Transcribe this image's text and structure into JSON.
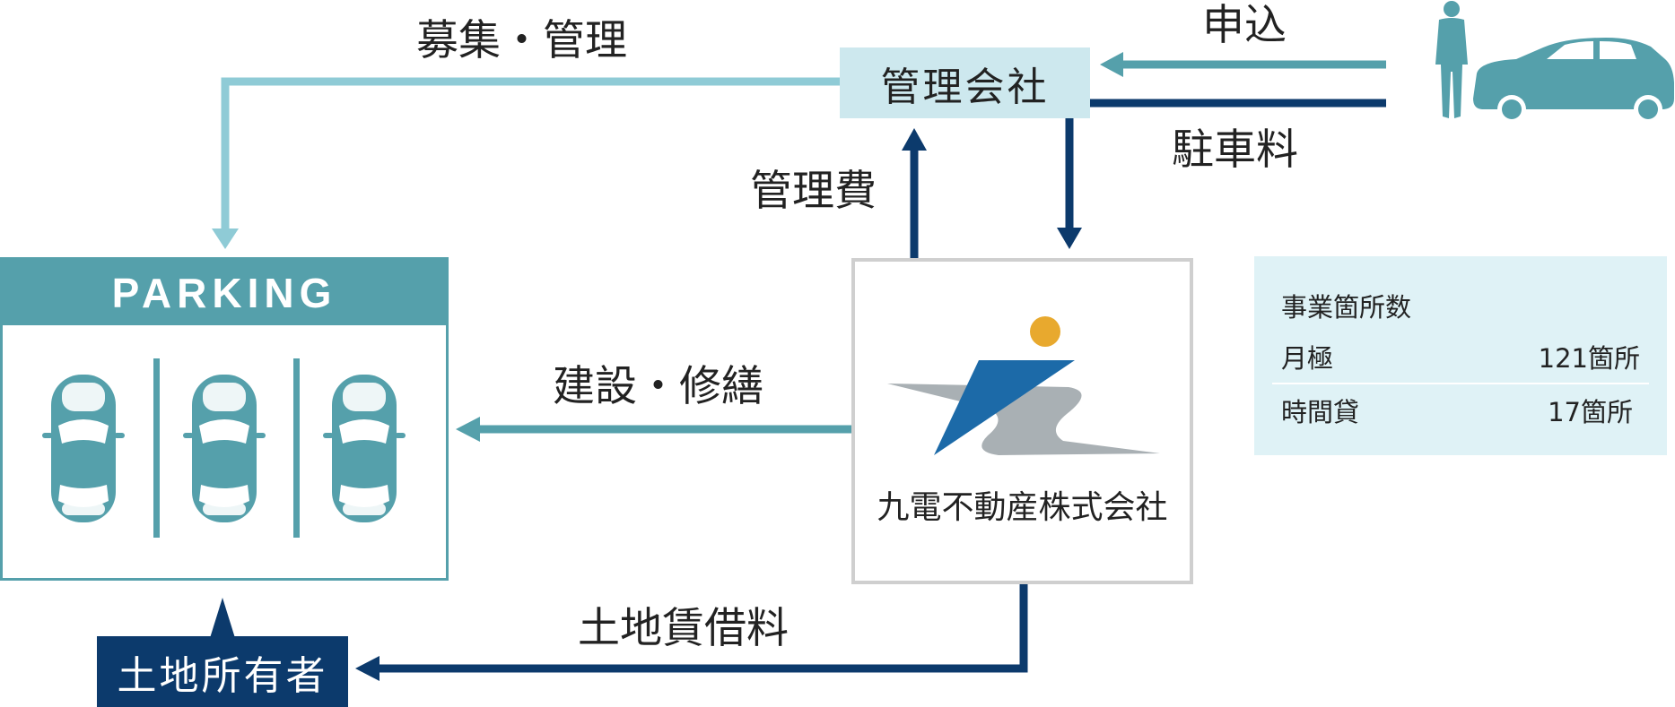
{
  "labels": {
    "recruit_manage": "募集・管理",
    "mgmt_company": "管理会社",
    "apply": "申込",
    "parking_fee": "駐車料",
    "mgmt_fee": "管理費",
    "construction": "建設・修繕",
    "land_rent": "土地賃借料",
    "owner": "土地所有者"
  },
  "parking": {
    "title": "PARKING"
  },
  "company": {
    "name": "九電不動産株式会社"
  },
  "info": {
    "title": "事業箇所数",
    "rows": [
      {
        "label": "月極",
        "value": "121箇所"
      },
      {
        "label": "時間貸",
        "value": "17箇所"
      }
    ]
  },
  "colors": {
    "light_teal": "#8fcbd6",
    "teal": "#55a0ab",
    "navy": "#0c3a6c",
    "logo_blue": "#1c6aa8",
    "logo_gray": "#a9b0b4",
    "logo_sun": "#e8a92e"
  }
}
